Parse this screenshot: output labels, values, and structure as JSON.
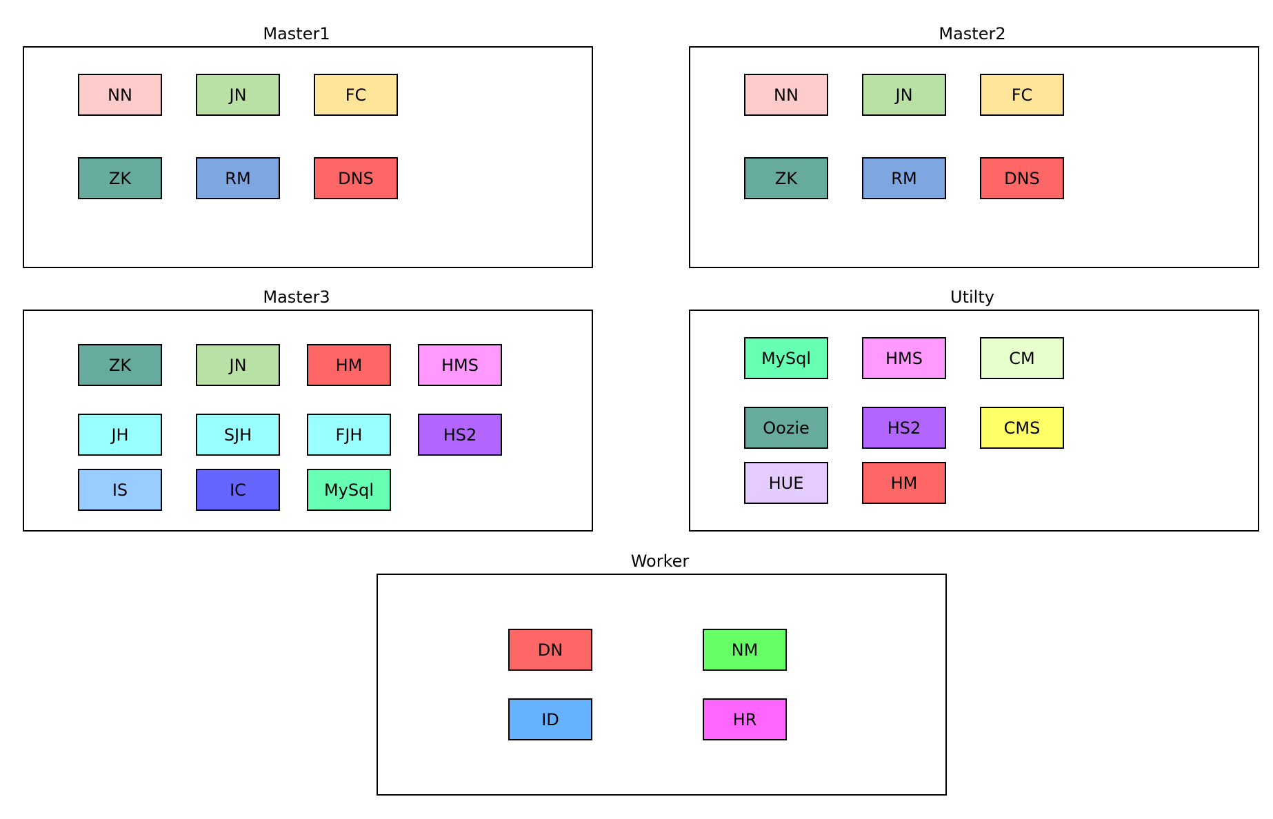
{
  "groups": [
    {
      "id": "master1",
      "title": "Master1",
      "nodes": [
        {
          "label": "NN",
          "color": "#FFCCCC"
        },
        {
          "label": "JN",
          "color": "#B9E0A5"
        },
        {
          "label": "FC",
          "color": "#FFE599"
        },
        {
          "label": "ZK",
          "color": "#67AB9F"
        },
        {
          "label": "RM",
          "color": "#7EA6E0"
        },
        {
          "label": "DNS",
          "color": "#FF6666"
        }
      ]
    },
    {
      "id": "master2",
      "title": "Master2",
      "nodes": [
        {
          "label": "NN",
          "color": "#FFCCCC"
        },
        {
          "label": "JN",
          "color": "#B9E0A5"
        },
        {
          "label": "FC",
          "color": "#FFE599"
        },
        {
          "label": "ZK",
          "color": "#67AB9F"
        },
        {
          "label": "RM",
          "color": "#7EA6E0"
        },
        {
          "label": "DNS",
          "color": "#FF6666"
        }
      ]
    },
    {
      "id": "master3",
      "title": "Master3",
      "nodes": [
        {
          "label": "ZK",
          "color": "#67AB9F"
        },
        {
          "label": "JN",
          "color": "#B9E0A5"
        },
        {
          "label": "HM",
          "color": "#FF6666"
        },
        {
          "label": "HMS",
          "color": "#FF99FF"
        },
        {
          "label": "JH",
          "color": "#99FFFF"
        },
        {
          "label": "SJH",
          "color": "#99FFFF"
        },
        {
          "label": "FJH",
          "color": "#99FFFF"
        },
        {
          "label": "HS2",
          "color": "#B266FF"
        },
        {
          "label": "IS",
          "color": "#99CCFF"
        },
        {
          "label": "IC",
          "color": "#6666FF"
        },
        {
          "label": "MySql",
          "color": "#66FFB3"
        }
      ]
    },
    {
      "id": "utility",
      "title": "Utilty",
      "nodes": [
        {
          "label": "MySql",
          "color": "#66FFB3"
        },
        {
          "label": "HMS",
          "color": "#FF99FF"
        },
        {
          "label": "CM",
          "color": "#E6FFCC"
        },
        {
          "label": "Oozie",
          "color": "#67AB9F"
        },
        {
          "label": "HS2",
          "color": "#B266FF"
        },
        {
          "label": "CMS",
          "color": "#FFFF66"
        },
        {
          "label": "HUE",
          "color": "#E5CCFF"
        },
        {
          "label": "HM",
          "color": "#FF6666"
        }
      ]
    },
    {
      "id": "worker",
      "title": "Worker",
      "nodes": [
        {
          "label": "DN",
          "color": "#FF6666"
        },
        {
          "label": "NM",
          "color": "#66FF66"
        },
        {
          "label": "ID",
          "color": "#66B2FF"
        },
        {
          "label": "HR",
          "color": "#FF66FF"
        }
      ]
    }
  ]
}
